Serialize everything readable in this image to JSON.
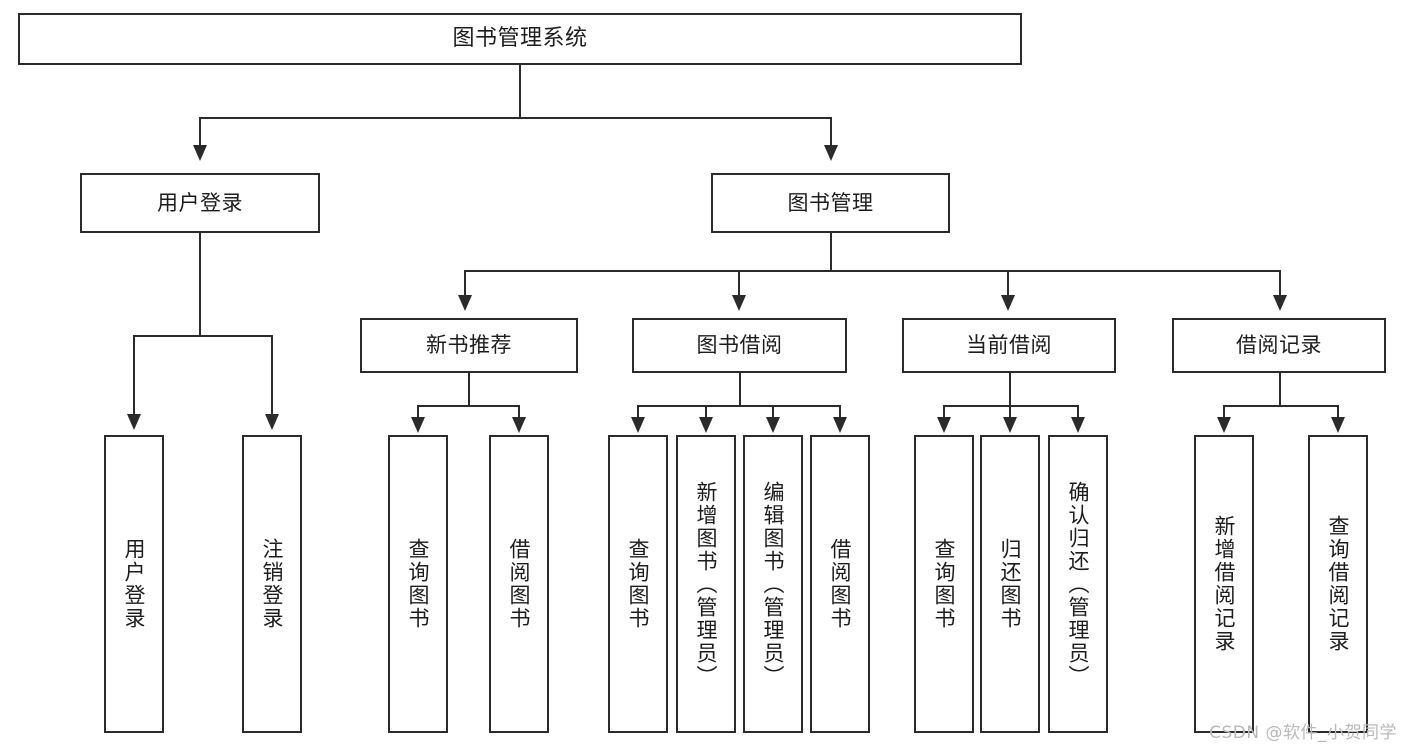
{
  "diagram": {
    "type": "tree-hierarchy",
    "title": "图书管理系统",
    "root": {
      "label": "图书管理系统"
    },
    "level2": [
      {
        "id": "user-login",
        "label": "用户登录"
      },
      {
        "id": "book-management",
        "label": "图书管理"
      }
    ],
    "level3": [
      {
        "id": "new-book-recommend",
        "label": "新书推荐",
        "parent": "book-management"
      },
      {
        "id": "book-borrow",
        "label": "图书借阅",
        "parent": "book-management"
      },
      {
        "id": "current-borrow",
        "label": "当前借阅",
        "parent": "book-management"
      },
      {
        "id": "borrow-record",
        "label": "借阅记录",
        "parent": "book-management"
      }
    ],
    "leaves": {
      "user-login": [
        {
          "id": "leaf-user-login",
          "label": "用户登录"
        },
        {
          "id": "leaf-logout-login",
          "label": "注销登录"
        }
      ],
      "new-book-recommend": [
        {
          "id": "leaf-query-book-1",
          "label": "查询图书"
        },
        {
          "id": "leaf-borrow-book-1",
          "label": "借阅图书"
        }
      ],
      "book-borrow": [
        {
          "id": "leaf-query-book-2",
          "label": "查询图书"
        },
        {
          "id": "leaf-add-book",
          "label": "新增图书（管理员）"
        },
        {
          "id": "leaf-edit-book",
          "label": "编辑图书（管理员）"
        },
        {
          "id": "leaf-borrow-book-2",
          "label": "借阅图书"
        }
      ],
      "current-borrow": [
        {
          "id": "leaf-query-book-3",
          "label": "查询图书"
        },
        {
          "id": "leaf-return-book",
          "label": "归还图书"
        },
        {
          "id": "leaf-confirm-return",
          "label": "确认归还（管理员）"
        }
      ],
      "borrow-record": [
        {
          "id": "leaf-add-record",
          "label": "新增借阅记录"
        },
        {
          "id": "leaf-query-record",
          "label": "查询借阅记录"
        }
      ]
    }
  },
  "watermark": {
    "text": "CSDN @软件_小贺同学"
  },
  "colors": {
    "stroke": "#2b2b2b",
    "background": "#ffffff",
    "text": "#1d1d1d",
    "watermark": "#b9b9b9"
  }
}
